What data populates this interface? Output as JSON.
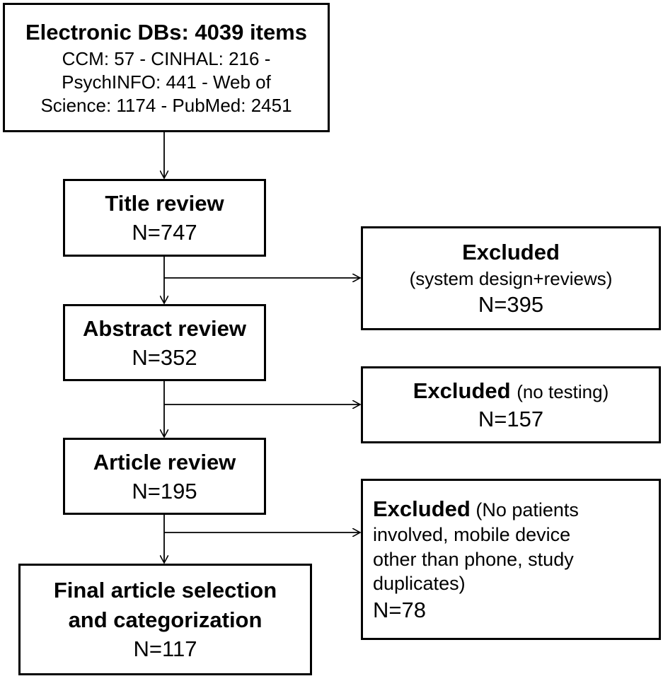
{
  "sources": {
    "title": "Electronic DBs: 4039 items",
    "line1": "CCM: 57 - CINHAL: 216 -",
    "line2": "PsychINFO: 441 - Web of",
    "line3": "Science: 1174 - PubMed: 2451"
  },
  "title_review": {
    "title": "Title review",
    "count": "N=747"
  },
  "abstract_review": {
    "title": "Abstract review",
    "count": "N=352"
  },
  "article_review": {
    "title": "Article review",
    "count": "N=195"
  },
  "final": {
    "line1": "Final article selection",
    "line2": "and categorization",
    "count": "N=117"
  },
  "excluded1": {
    "title": "Excluded",
    "reason": "(system design+reviews)",
    "count": "N=395"
  },
  "excluded2": {
    "title": "Excluded",
    "reason": "(no testing)",
    "count": "N=157"
  },
  "excluded3": {
    "title": "Excluded",
    "reason_line1": "(No patients",
    "reason_line2": "involved, mobile device",
    "reason_line3": "other than phone, study",
    "reason_line4": "duplicates)",
    "count": "N=78"
  }
}
